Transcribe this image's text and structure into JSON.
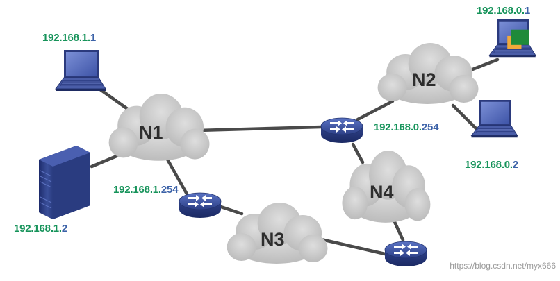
{
  "networks": {
    "n1": "N1",
    "n2": "N2",
    "n3": "N3",
    "n4": "N4"
  },
  "hosts": {
    "laptop_n1": {
      "prefix": "192.168.1.",
      "host": "1"
    },
    "server_n1": {
      "prefix": "192.168.1.",
      "host": "2"
    },
    "laptop_n2_top": {
      "prefix": "192.168.0.",
      "host": "1"
    },
    "laptop_n2_bottom": {
      "prefix": "192.168.0.",
      "host": "2"
    }
  },
  "routers": {
    "router_top": {
      "label": "ROUTER",
      "prefix": "192.168.0.",
      "host": "254"
    },
    "router_left": {
      "label": "ROUTER",
      "prefix": "192.168.1.",
      "host": "254"
    },
    "router_bottom": {
      "label": "ROUTER"
    }
  },
  "watermark": "https://blog.csdn.net/myx666",
  "colors": {
    "ip_prefix": "#16935a",
    "ip_host": "#3c62a8",
    "cloud": "#c9c9c9",
    "router": "#3a4f9a",
    "highlight_green": "#1f8a3a",
    "highlight_orange": "#f2a93b"
  }
}
